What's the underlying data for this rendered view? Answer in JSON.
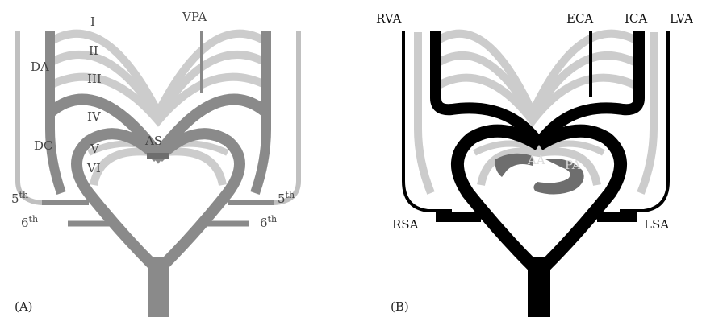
{
  "colors": {
    "light_gray": "#c8c8c8",
    "mid_gray": "#8a8a8a",
    "black": "#000000",
    "dark_gray": "#6e6e6e",
    "background": "#ffffff"
  },
  "panel_a": {
    "label": "(A)",
    "arch_labels": {
      "i": "I",
      "ii": "II",
      "iii": "III",
      "iv": "IV",
      "v": "V",
      "vi": "VI"
    },
    "vpa": "VPA",
    "da": "DA",
    "dc": "DC",
    "as": "AS",
    "fifth_left": "5",
    "fifth_left_sup": "th",
    "sixth_left": "6",
    "sixth_left_sup": "th",
    "fifth_right": "5",
    "fifth_right_sup": "th",
    "sixth_right": "6",
    "sixth_right_sup": "th"
  },
  "panel_b": {
    "label": "(B)",
    "rva": "RVA",
    "eca": "ECA",
    "ica": "ICA",
    "lva": "LVA",
    "aa": "AA",
    "pa": "PA",
    "rsa": "RSA",
    "lsa": "LSA"
  }
}
